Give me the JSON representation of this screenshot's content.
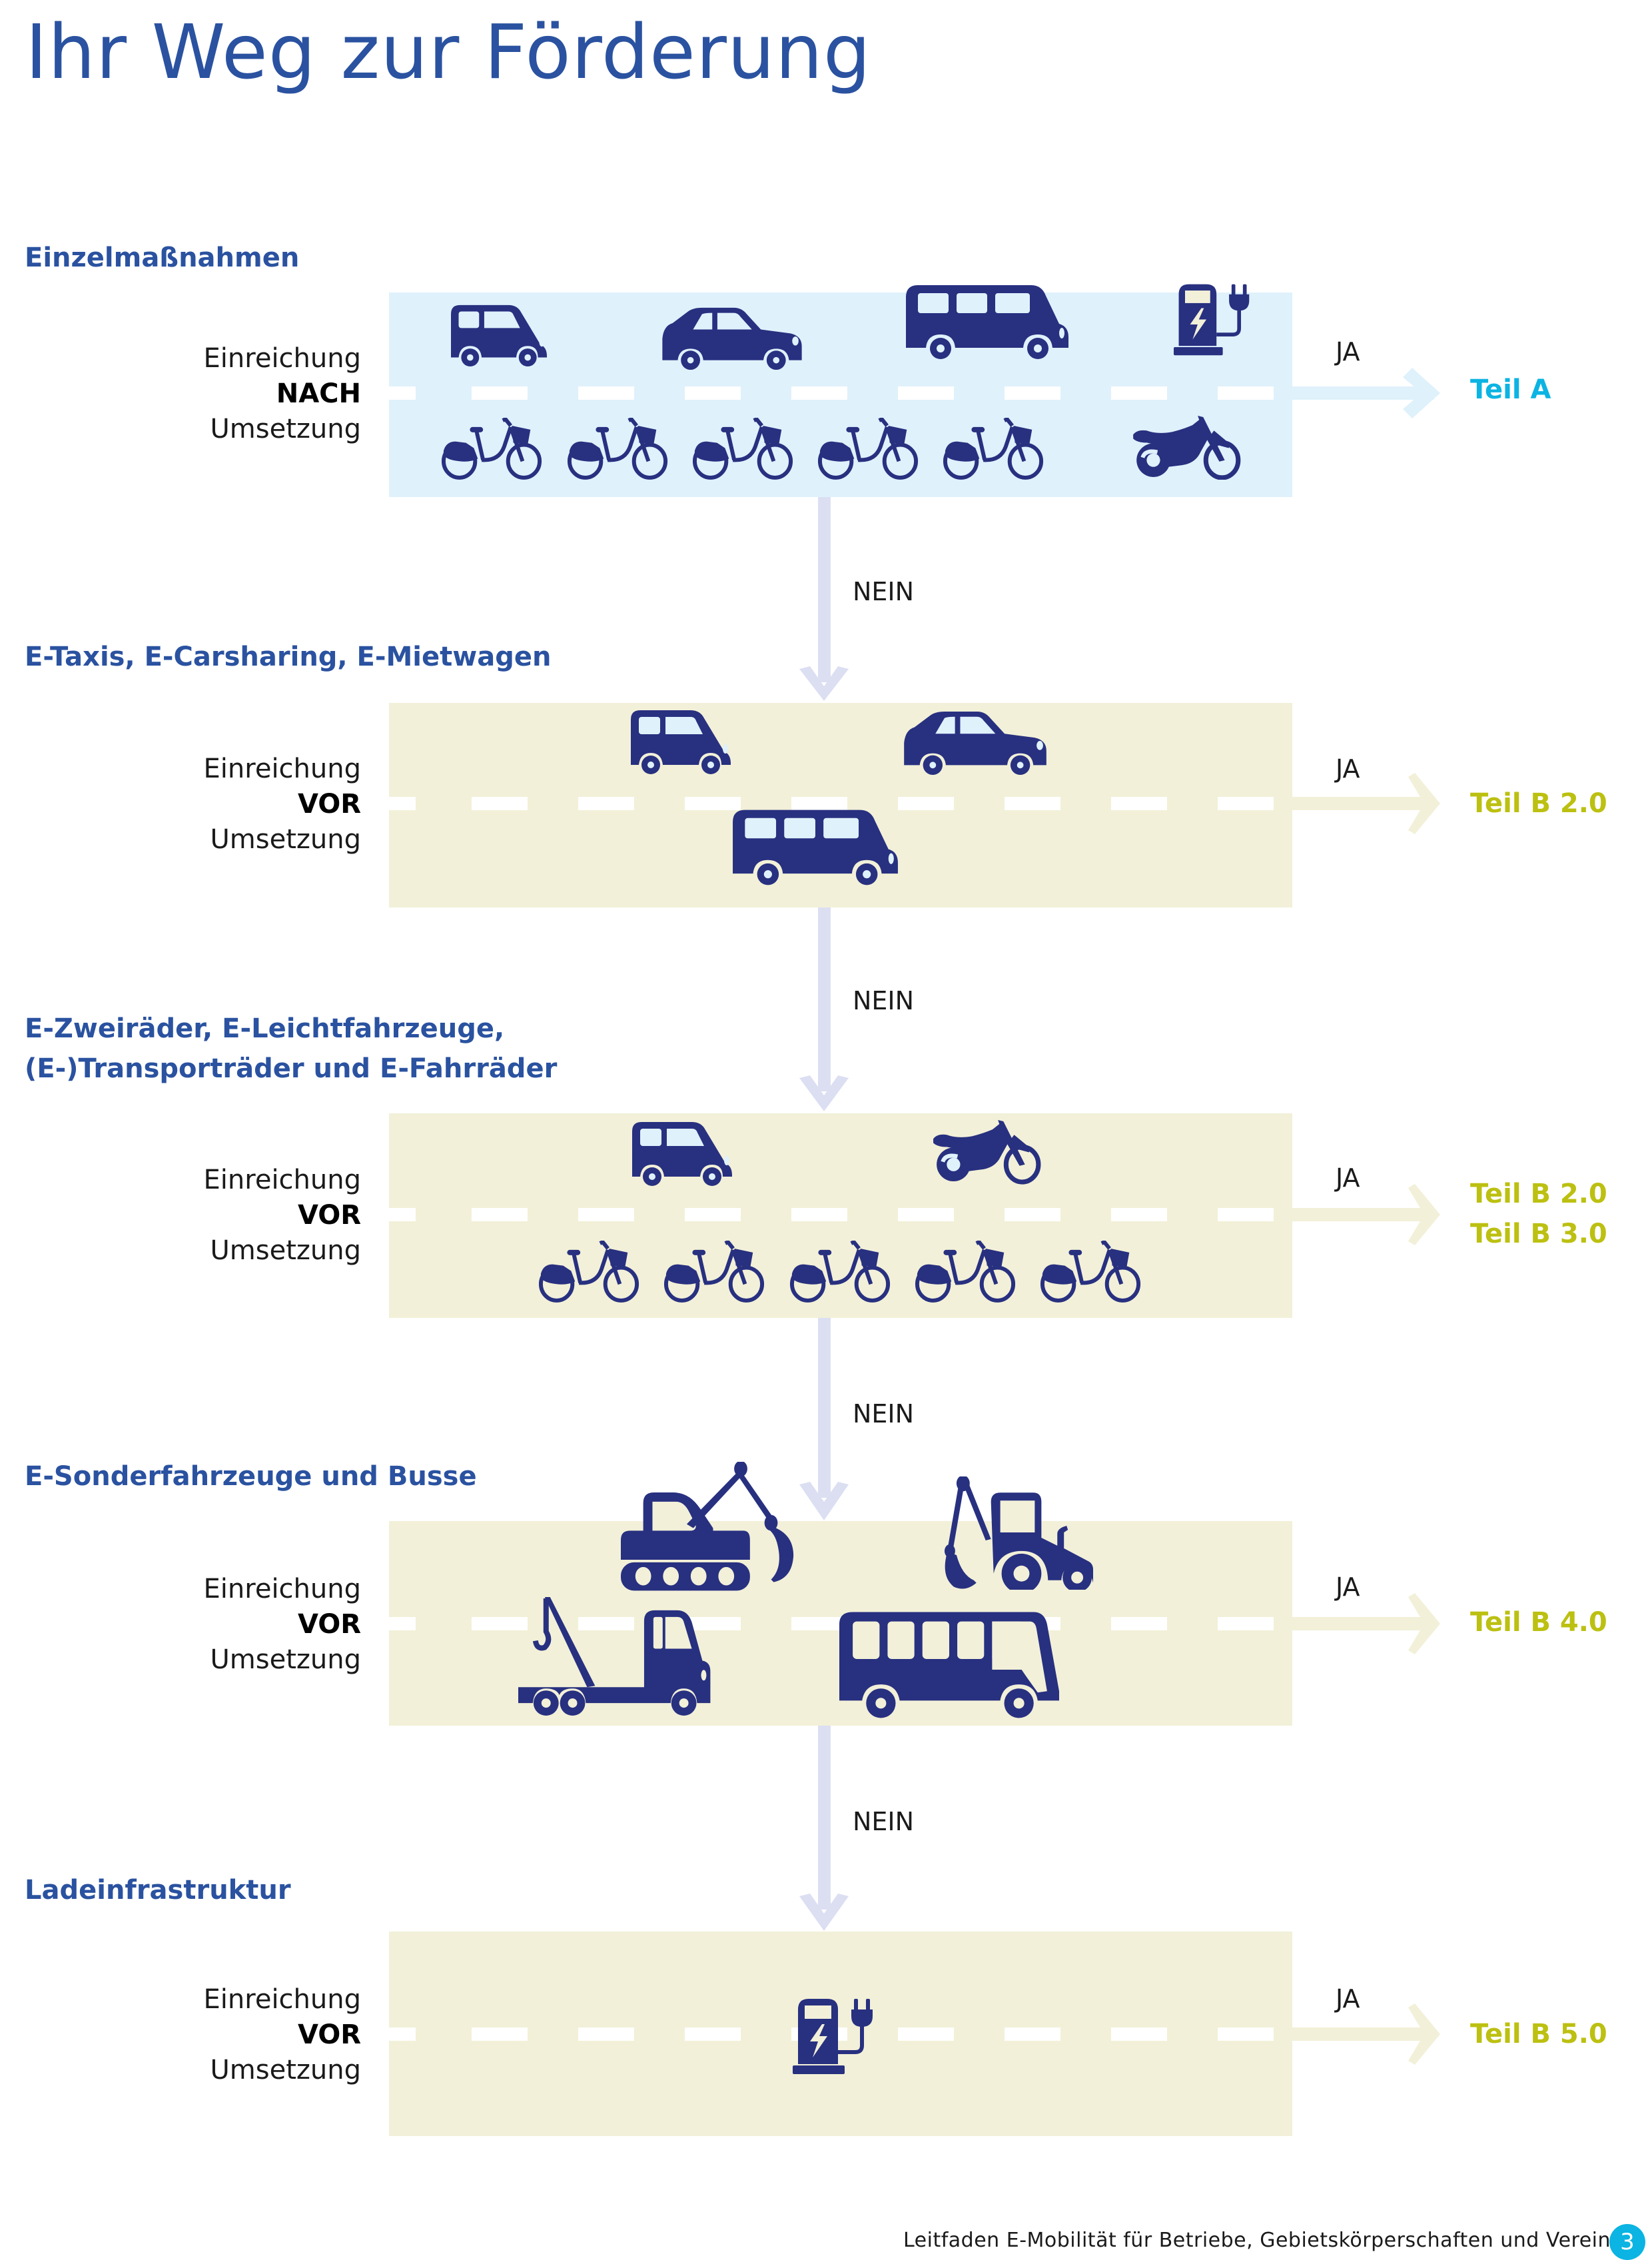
{
  "title": "Ihr Weg zur Förderung",
  "colors": {
    "title_blue": "#2a52a0",
    "icon_navy": "#283080",
    "band_blue": "#dff1fb",
    "band_beige": "#f2f0d8",
    "down_arrow": "#dcdff2",
    "teil_a_cyan": "#0bb4e2",
    "teil_b_olive": "#bcc011"
  },
  "labels": {
    "yes": "JA",
    "no": "NEIN",
    "submission": "Einreichung",
    "implementation": "Umsetzung"
  },
  "sections": [
    {
      "title_lines": [
        "Einzelmaßnahmen"
      ],
      "timing": "NACH",
      "band_style": "blue",
      "results": [
        "Teil A"
      ],
      "icons": [
        "van-icon",
        "car-icon",
        "minibus-icon",
        "charging-station-icon",
        "e-bike-icon",
        "e-bike-icon",
        "e-bike-icon",
        "e-bike-icon",
        "e-bike-icon",
        "motorcycle-icon"
      ]
    },
    {
      "title_lines": [
        "E-Taxis, E-Carsharing, E-Mietwagen"
      ],
      "timing": "VOR",
      "band_style": "beige",
      "results": [
        "Teil B 2.0"
      ],
      "icons": [
        "van-icon",
        "car-icon",
        "minibus-icon"
      ]
    },
    {
      "title_lines": [
        "E-Zweiräder, E-Leichtfahrzeuge,",
        "(E-)Transporträder und E-Fahrräder"
      ],
      "timing": "VOR",
      "band_style": "beige",
      "results": [
        "Teil B 2.0",
        "Teil B 3.0"
      ],
      "icons": [
        "van-icon",
        "motorcycle-icon",
        "e-bike-icon",
        "e-bike-icon",
        "e-bike-icon",
        "e-bike-icon",
        "e-bike-icon"
      ]
    },
    {
      "title_lines": [
        "E-Sonderfahrzeuge und Busse"
      ],
      "timing": "VOR",
      "band_style": "beige",
      "results": [
        "Teil B 4.0"
      ],
      "icons": [
        "excavator-icon",
        "tractor-backhoe-icon",
        "tow-truck-icon",
        "bus-icon"
      ]
    },
    {
      "title_lines": [
        "Ladeinfrastruktur"
      ],
      "timing": "VOR",
      "band_style": "beige",
      "results": [
        "Teil B 5.0"
      ],
      "icons": [
        "charging-station-icon"
      ]
    }
  ],
  "footer": {
    "text": "Leitfaden E-Mobilität für Betriebe, Gebietskörperschaften und Vereine",
    "page_number": "3"
  }
}
